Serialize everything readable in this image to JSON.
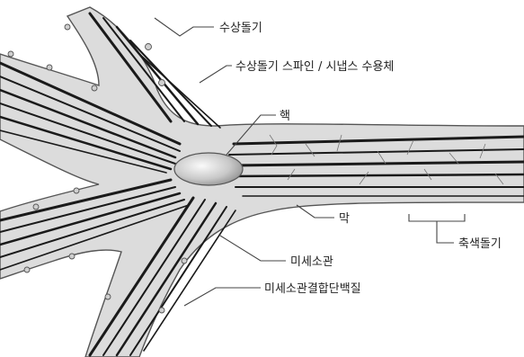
{
  "labels": {
    "dendrite": "수상돌기",
    "dendrite_spine": "수상돌기 스파인 / 시냅스 수용체",
    "nucleus": "핵",
    "membrane": "막",
    "axon": "축색돌기",
    "microtubule": "미세소관",
    "map": "미세소관결합단백질"
  }
}
